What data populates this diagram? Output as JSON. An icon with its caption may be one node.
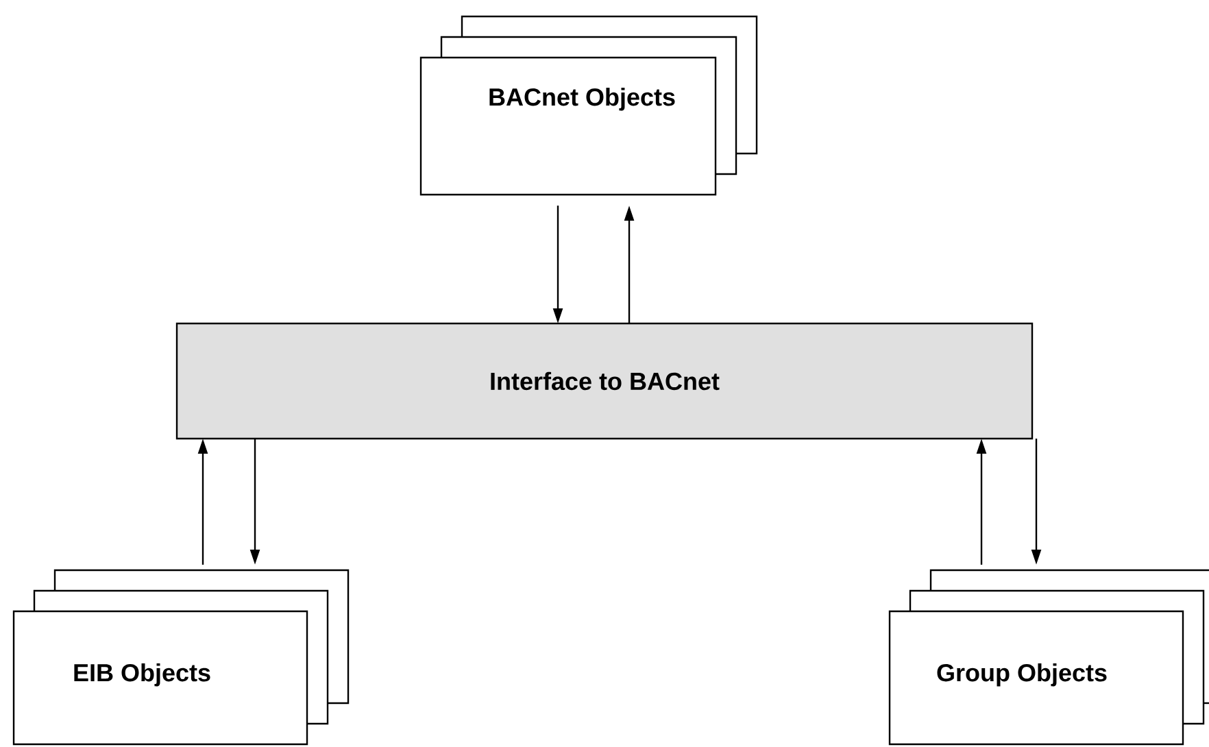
{
  "diagram": {
    "nodes": [
      {
        "text": [
          "BACnet Objects"
        ]
      },
      {
        "text": [
          "Interface to BACnet"
        ]
      },
      {
        "text": [
          "EIB Objects"
        ]
      },
      {
        "text": [
          "Group Objects"
        ]
      }
    ],
    "edges": [
      {
        "from": 0,
        "to": 1,
        "arrow": "to"
      },
      {
        "from": 1,
        "to": 0,
        "arrow": "to"
      },
      {
        "from": 2,
        "to": 1,
        "arrow": "to"
      },
      {
        "from": 1,
        "to": 2,
        "arrow": "to"
      },
      {
        "from": 3,
        "to": 1,
        "arrow": "to"
      },
      {
        "from": 1,
        "to": 3,
        "arrow": "to"
      }
    ]
  }
}
